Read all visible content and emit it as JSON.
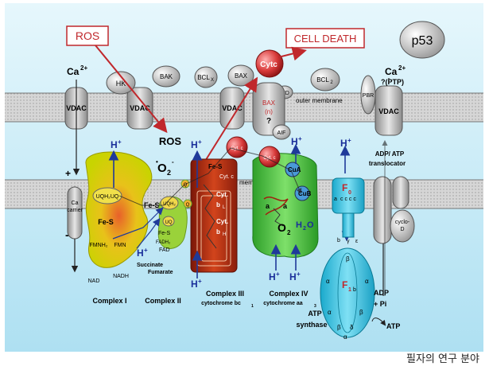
{
  "figure": {
    "callouts": {
      "ros": "ROS",
      "cell_death": "CELL DEATH",
      "p53": "p53"
    },
    "calcium": {
      "left": "Ca",
      "right": "Ca",
      "superscript": "2+",
      "ptp": "?(PTP)"
    },
    "proteins": {
      "hk": "HK",
      "bak": "BAK",
      "bclx": "BCL",
      "bclx_sub": "X",
      "bax_top": "BAX",
      "cytc_top": "Cytc",
      "bid": "BID",
      "bcl2": "BCL",
      "bcl2_sub": "2",
      "pbr": "PBR",
      "vdac": "VDAC",
      "bax_n": "BAX",
      "bax_n2": "(n)",
      "question": "?",
      "aif": "AIF"
    },
    "membranes": {
      "outer": "outer  membrane",
      "inner": "inner  membrane"
    },
    "ros_mid": "ROS",
    "o2_radical": "O",
    "hplus": "H",
    "plus_sign": "+",
    "minus_sign": "-",
    "ca_carrier": [
      "Ca",
      "carrier"
    ],
    "complex1": {
      "label": "Complex  I",
      "uqh2uq": "UQH₂UQ",
      "fes1": "Fe-S",
      "fes2": "Fe-S",
      "fmnh2": "FMNH₂",
      "fmn": "FMN",
      "nadh": "NADH",
      "nad": "NAD"
    },
    "complex2": {
      "label": "Complex  II",
      "uqh2": "UQH₂",
      "uq": "UQ",
      "fes": "Fe-S",
      "fadh2": "FADH₂",
      "fad": "FAD",
      "succinate": "Succinate",
      "fumarate": "Fumarate"
    },
    "complex3": {
      "label": "Complex  III",
      "sub": "cytochrome  bc",
      "sub_suffix": "1",
      "fes": "Fe-S",
      "cytc1": "Cyt. c",
      "cytbl": [
        "Cyt.",
        "b",
        "L"
      ],
      "cytbh": [
        "Cyt.",
        "b",
        "H"
      ],
      "qo": "Q",
      "qi": "Q",
      "cytc": "Cyt. c"
    },
    "complex4": {
      "label": "Complex  IV",
      "sub": "cytochrome  aa",
      "sub_suffix": "3",
      "cua": "CuA",
      "cub": "CuB",
      "a": "a",
      "a3": "a",
      "o2": "O",
      "h2o": "H",
      "cytc": "Cyt. c"
    },
    "atp_synthase": {
      "label": [
        "ATP",
        "synthase"
      ],
      "f0": "F",
      "f1": "F",
      "a": "a",
      "b": "b",
      "c": "c c c c",
      "alpha": "α",
      "beta": "β",
      "gamma": "γ",
      "epsilon": "ε",
      "delta": "δ",
      "adp": "ADP",
      "pi": "+ Pi",
      "atp": "ATP"
    },
    "translocator": {
      "label": [
        "ADP/ ATP",
        "translocator"
      ],
      "cyclo": [
        "cyclo-",
        "D"
      ]
    },
    "caption": "필자의 연구 분야"
  },
  "colors": {
    "background": "#cdeefa",
    "membrane": "#d4d4d4",
    "arrow_blue": "#1f3a9a",
    "arrow_red": "#c0282c",
    "hplus": "#1a2e9a",
    "complex1": "#d9d400",
    "complex3": "#b02a10",
    "complex4": "#3fbf3a",
    "atp_synthase": "#3fc6e3"
  }
}
